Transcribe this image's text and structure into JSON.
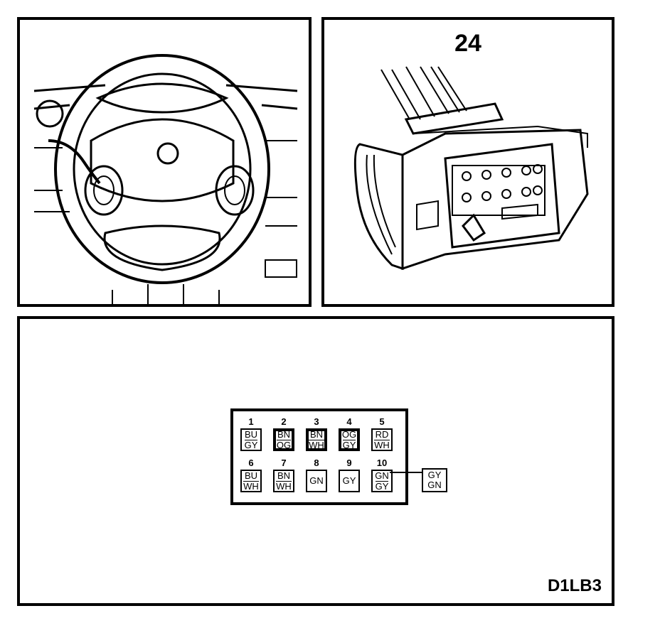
{
  "connector": {
    "number": "24",
    "pins_row1": [
      {
        "num": "1",
        "lines": [
          "BU",
          "GY"
        ],
        "thick": false
      },
      {
        "num": "2",
        "lines": [
          "BN",
          "OG"
        ],
        "thick": true
      },
      {
        "num": "3",
        "lines": [
          "BN",
          "WH"
        ],
        "thick": true
      },
      {
        "num": "4",
        "lines": [
          "OG",
          "GY"
        ],
        "thick": true
      },
      {
        "num": "5",
        "lines": [
          "RD",
          "WH"
        ],
        "thick": false
      }
    ],
    "pins_row2": [
      {
        "num": "6",
        "lines": [
          "BU",
          "WH"
        ],
        "thick": false
      },
      {
        "num": "7",
        "lines": [
          "BN",
          "WH"
        ],
        "thick": false
      },
      {
        "num": "8",
        "lines": [
          "GN"
        ],
        "thick": false
      },
      {
        "num": "9",
        "lines": [
          "GY"
        ],
        "thick": false
      },
      {
        "num": "10",
        "lines": [
          "GN",
          "GY"
        ],
        "thick": false
      }
    ],
    "external_wire": [
      "GY",
      "GN"
    ]
  },
  "figure_code": "D1LB3"
}
